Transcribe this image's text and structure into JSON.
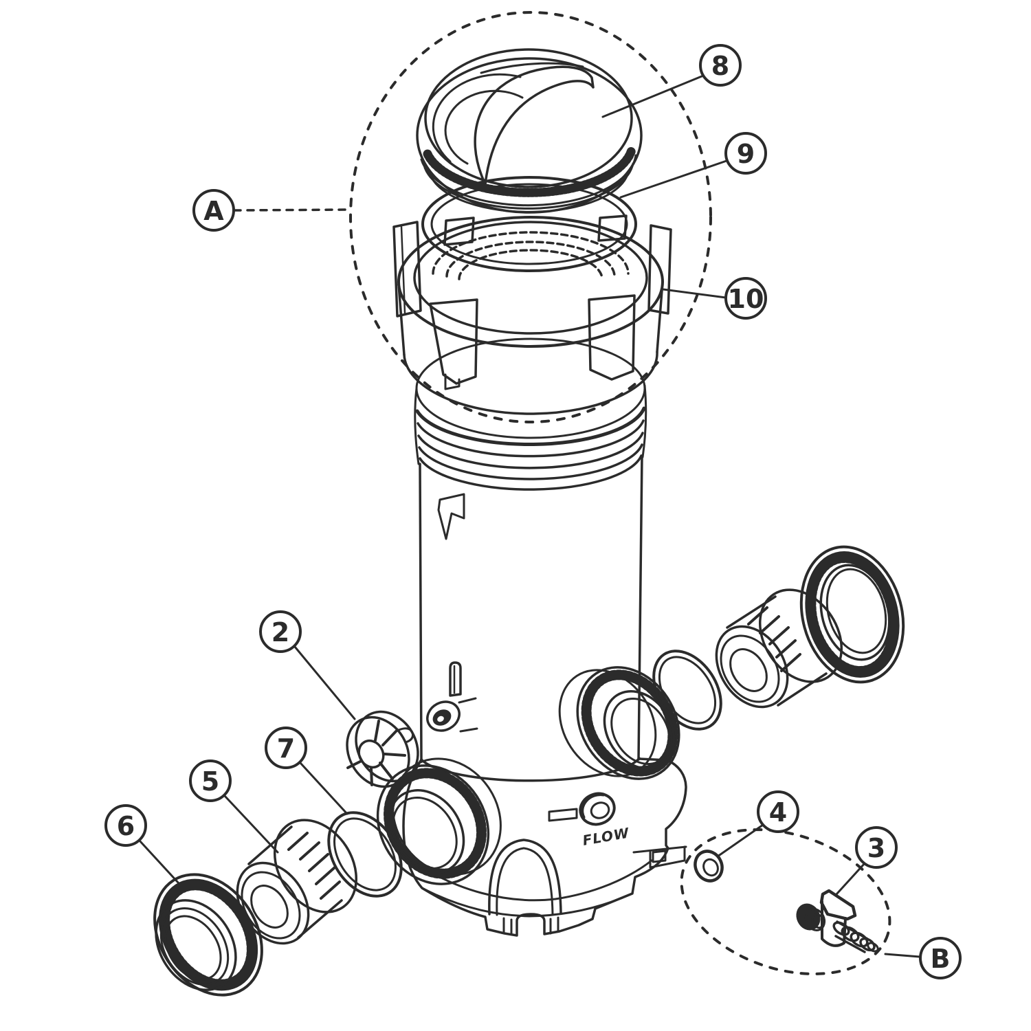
{
  "diagram": {
    "background_color": "#ffffff",
    "line_color": "#2b2b2b",
    "tank_label": "FLOW",
    "callouts": [
      {
        "id": "A",
        "label": "A"
      },
      {
        "id": "8",
        "label": "8"
      },
      {
        "id": "9",
        "label": "9"
      },
      {
        "id": "10",
        "label": "10"
      },
      {
        "id": "2",
        "label": "2"
      },
      {
        "id": "7",
        "label": "7"
      },
      {
        "id": "5",
        "label": "5"
      },
      {
        "id": "6",
        "label": "6"
      },
      {
        "id": "4",
        "label": "4"
      },
      {
        "id": "3",
        "label": "3"
      },
      {
        "id": "B",
        "label": "B"
      }
    ]
  }
}
